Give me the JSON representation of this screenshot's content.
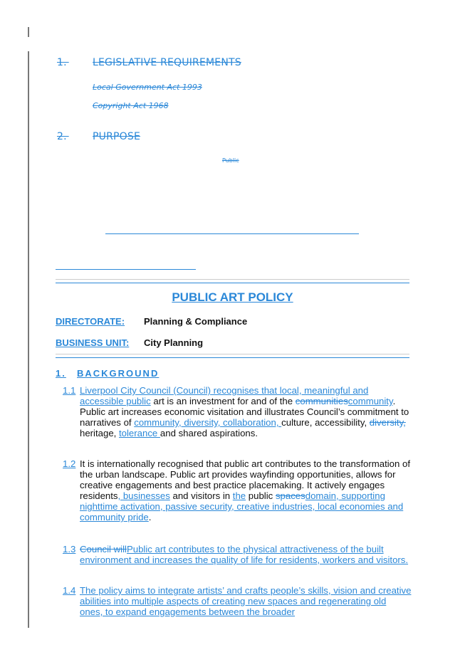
{
  "deleted_header": {
    "section1_number": "1.",
    "section1_title": "LEGISLATIVE REQUIREMENTS",
    "acts": [
      "Local Government Act 1993",
      "Copyright Act 1968"
    ],
    "section2_number": "2.",
    "section2_title": "PURPOSE",
    "fragment": "Public"
  },
  "title": "PUBLIC ART POLICY",
  "meta": [
    {
      "label": "DIRECTORATE:",
      "value": "Planning & Compliance"
    },
    {
      "label": "BUSINESS UNIT:",
      "value": "City Planning"
    }
  ],
  "section": {
    "number": "1.",
    "title": "BACKGROUND"
  },
  "colors": {
    "revision": "#2b88d8",
    "text": "#111111"
  },
  "paragraphs": [
    {
      "number": "1.1",
      "number_style": "ins",
      "runs": [
        {
          "t": "ins",
          "text": "Liverpool City Council (Council) recognises that local, meaningful and accessible public"
        },
        {
          "t": "n",
          "text": " art is an investment for and of the "
        },
        {
          "t": "del",
          "text": "communities"
        },
        {
          "t": "ins",
          "text": "community"
        },
        {
          "t": "n",
          "text": ". Public art increases economic visitation and illustrates Council’s commitment to narratives of "
        },
        {
          "t": "ins",
          "text": "community, diversity, collaboration, "
        },
        {
          "t": "n",
          "text": "culture, accessibility, "
        },
        {
          "t": "del",
          "text": "diversity,"
        },
        {
          "t": "n",
          "text": " heritage, "
        },
        {
          "t": "ins",
          "text": "tolerance "
        },
        {
          "t": "n",
          "text": "and shared aspirations."
        }
      ]
    },
    {
      "number": "1.2 ",
      "number_style": "ins",
      "runs": [
        {
          "t": "n",
          "text": "It is internationally recognised that public art contributes to the transformation of the urban landscape. Public art provides wayfinding opportunities, allows for creative engagements and best practice placemaking. It actively engages residents"
        },
        {
          "t": "ins",
          "text": ", businesses"
        },
        {
          "t": "n",
          "text": " and visitors in "
        },
        {
          "t": "ins",
          "text": "the"
        },
        {
          "t": "n",
          "text": " public "
        },
        {
          "t": "del",
          "text": "spaces"
        },
        {
          "t": "ins",
          "text": "domain, supporting nighttime activation, passive security, creative industries, local economies and community pride"
        },
        {
          "t": "n",
          "text": "."
        }
      ]
    },
    {
      "number": "1.3 ",
      "number_style": "ins",
      "runs": [
        {
          "t": "del",
          "text": "Council will"
        },
        {
          "t": "ins",
          "text": "Public art contributes to the physical attractiveness of the built environment and increases the quality of life for residents, workers and visitors."
        }
      ]
    },
    {
      "number": "1.4",
      "number_style": "ins",
      "runs": [
        {
          "t": "ins",
          "text": "The policy aims to integrate artists’ and crafts people’s skills, vision and creative abilities into multiple aspects of creating new spaces and regenerating old ones, to expand engagements between the broader"
        }
      ]
    }
  ]
}
